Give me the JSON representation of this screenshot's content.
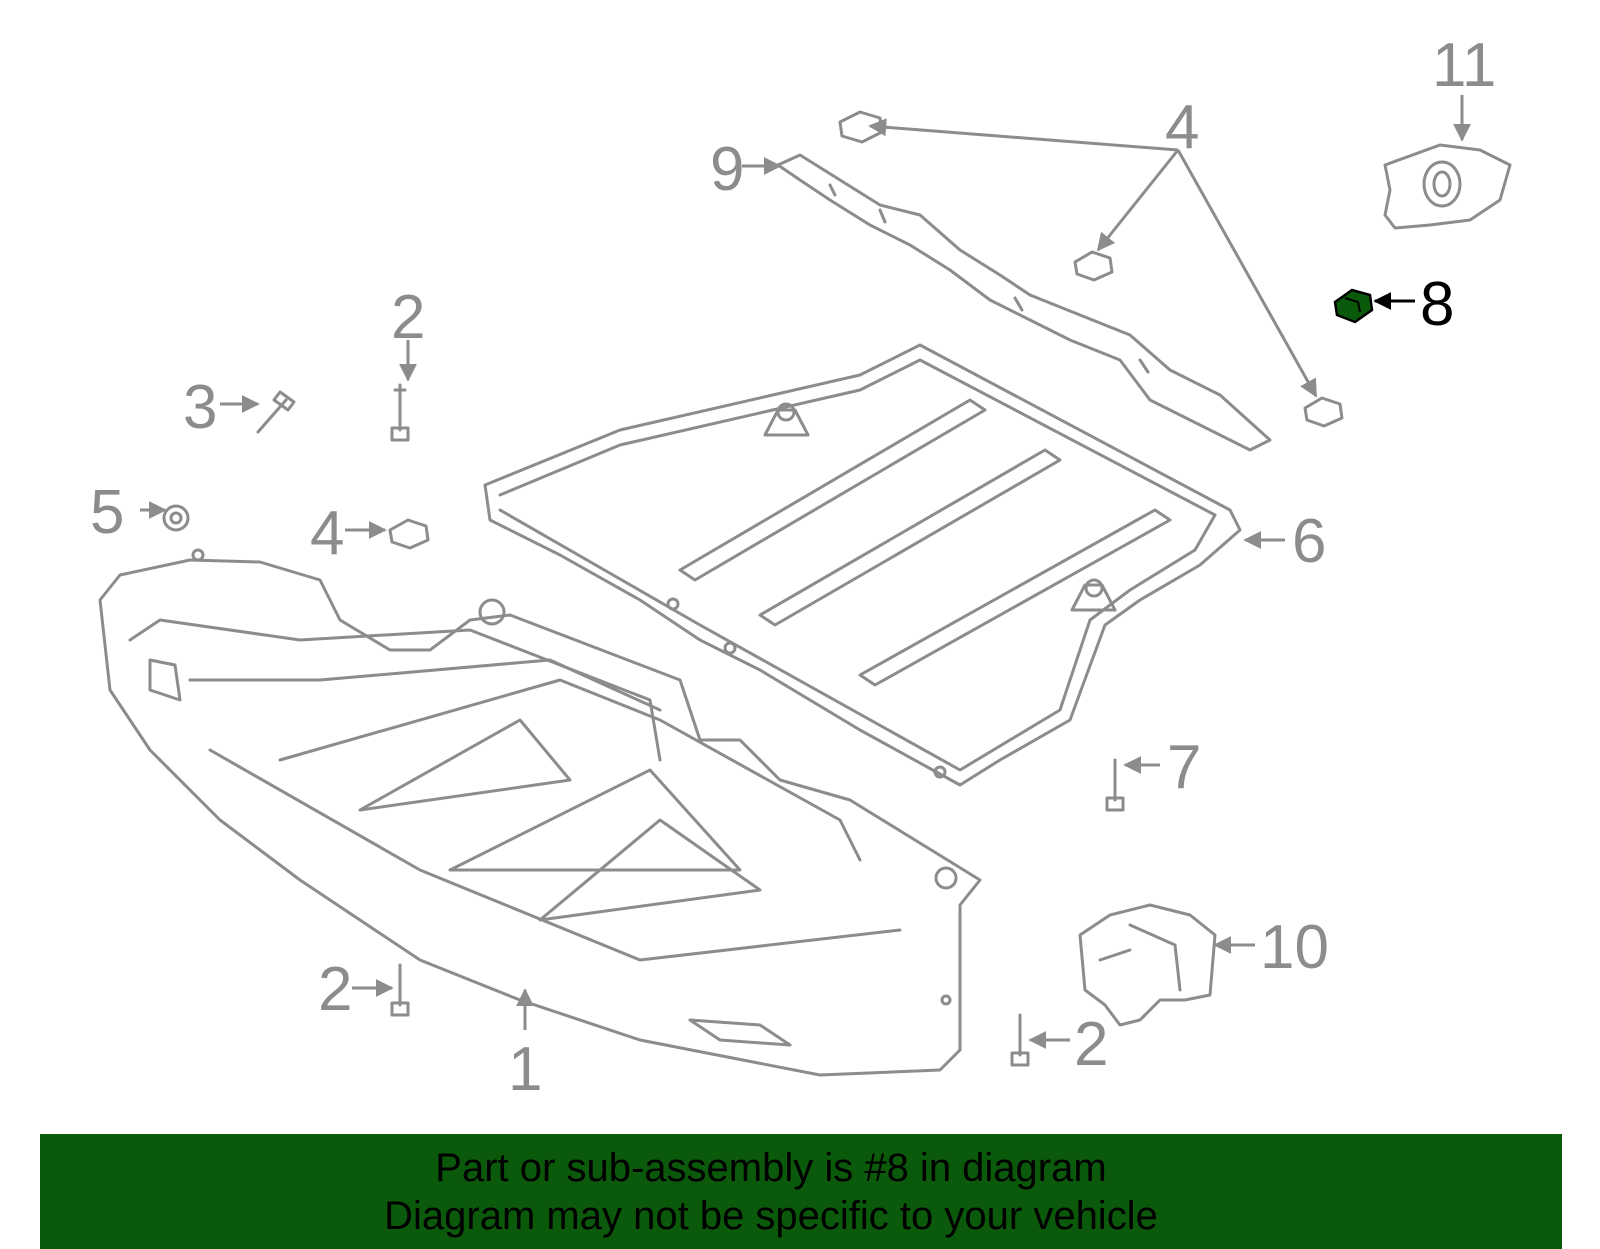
{
  "callouts": [
    {
      "id": "1",
      "label": "1"
    },
    {
      "id": "2a",
      "label": "2"
    },
    {
      "id": "2b",
      "label": "2"
    },
    {
      "id": "2c",
      "label": "2"
    },
    {
      "id": "3",
      "label": "3"
    },
    {
      "id": "4a",
      "label": "4"
    },
    {
      "id": "4b",
      "label": "4"
    },
    {
      "id": "5",
      "label": "5"
    },
    {
      "id": "6",
      "label": "6"
    },
    {
      "id": "7",
      "label": "7"
    },
    {
      "id": "8",
      "label": "8",
      "highlighted": true
    },
    {
      "id": "9",
      "label": "9"
    },
    {
      "id": "10",
      "label": "10"
    },
    {
      "id": "11",
      "label": "11"
    }
  ],
  "colors": {
    "line_art": "#8c8c8c",
    "highlight_part": "#0b5a0b",
    "banner_bg": "#0b5a0b",
    "banner_text": "#000000"
  },
  "banner": {
    "line1": "Part or sub-assembly is #8 in diagram",
    "line2": "Diagram may not be specific to your vehicle"
  }
}
